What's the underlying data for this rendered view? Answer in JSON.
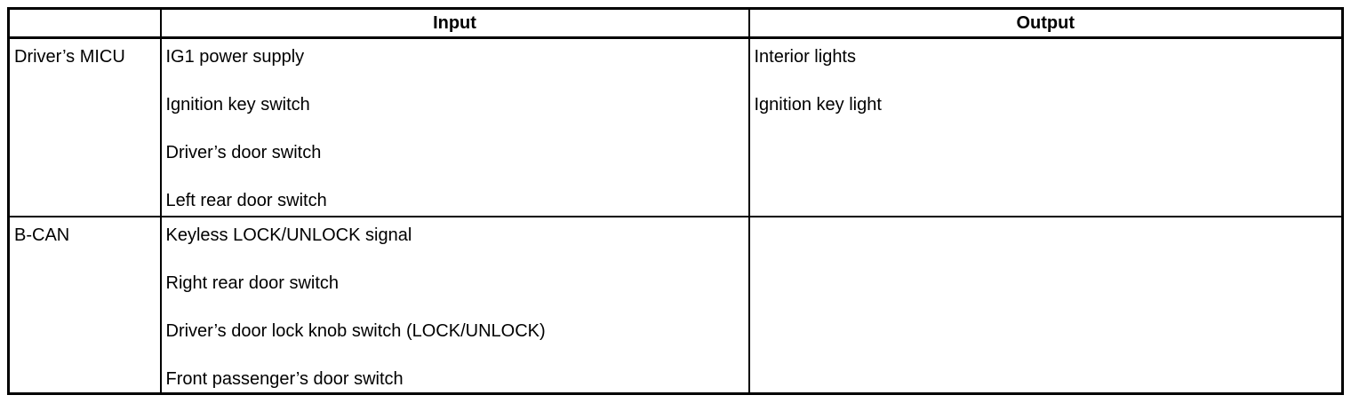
{
  "table": {
    "headers": {
      "source": "",
      "input": "Input",
      "output": "Output"
    },
    "rows": [
      {
        "source": "Driver’s MICU",
        "inputs": [
          "IG1 power supply",
          "Ignition key switch",
          "Driver’s door switch",
          "Left rear door switch"
        ],
        "outputs": [
          "Interior lights",
          "Ignition key light"
        ]
      },
      {
        "source": "B-CAN",
        "inputs": [
          "Keyless LOCK/UNLOCK signal",
          "Right rear door switch",
          "Driver’s door lock knob switch (LOCK/UNLOCK)",
          "Front passenger’s door switch"
        ],
        "outputs": []
      }
    ]
  }
}
